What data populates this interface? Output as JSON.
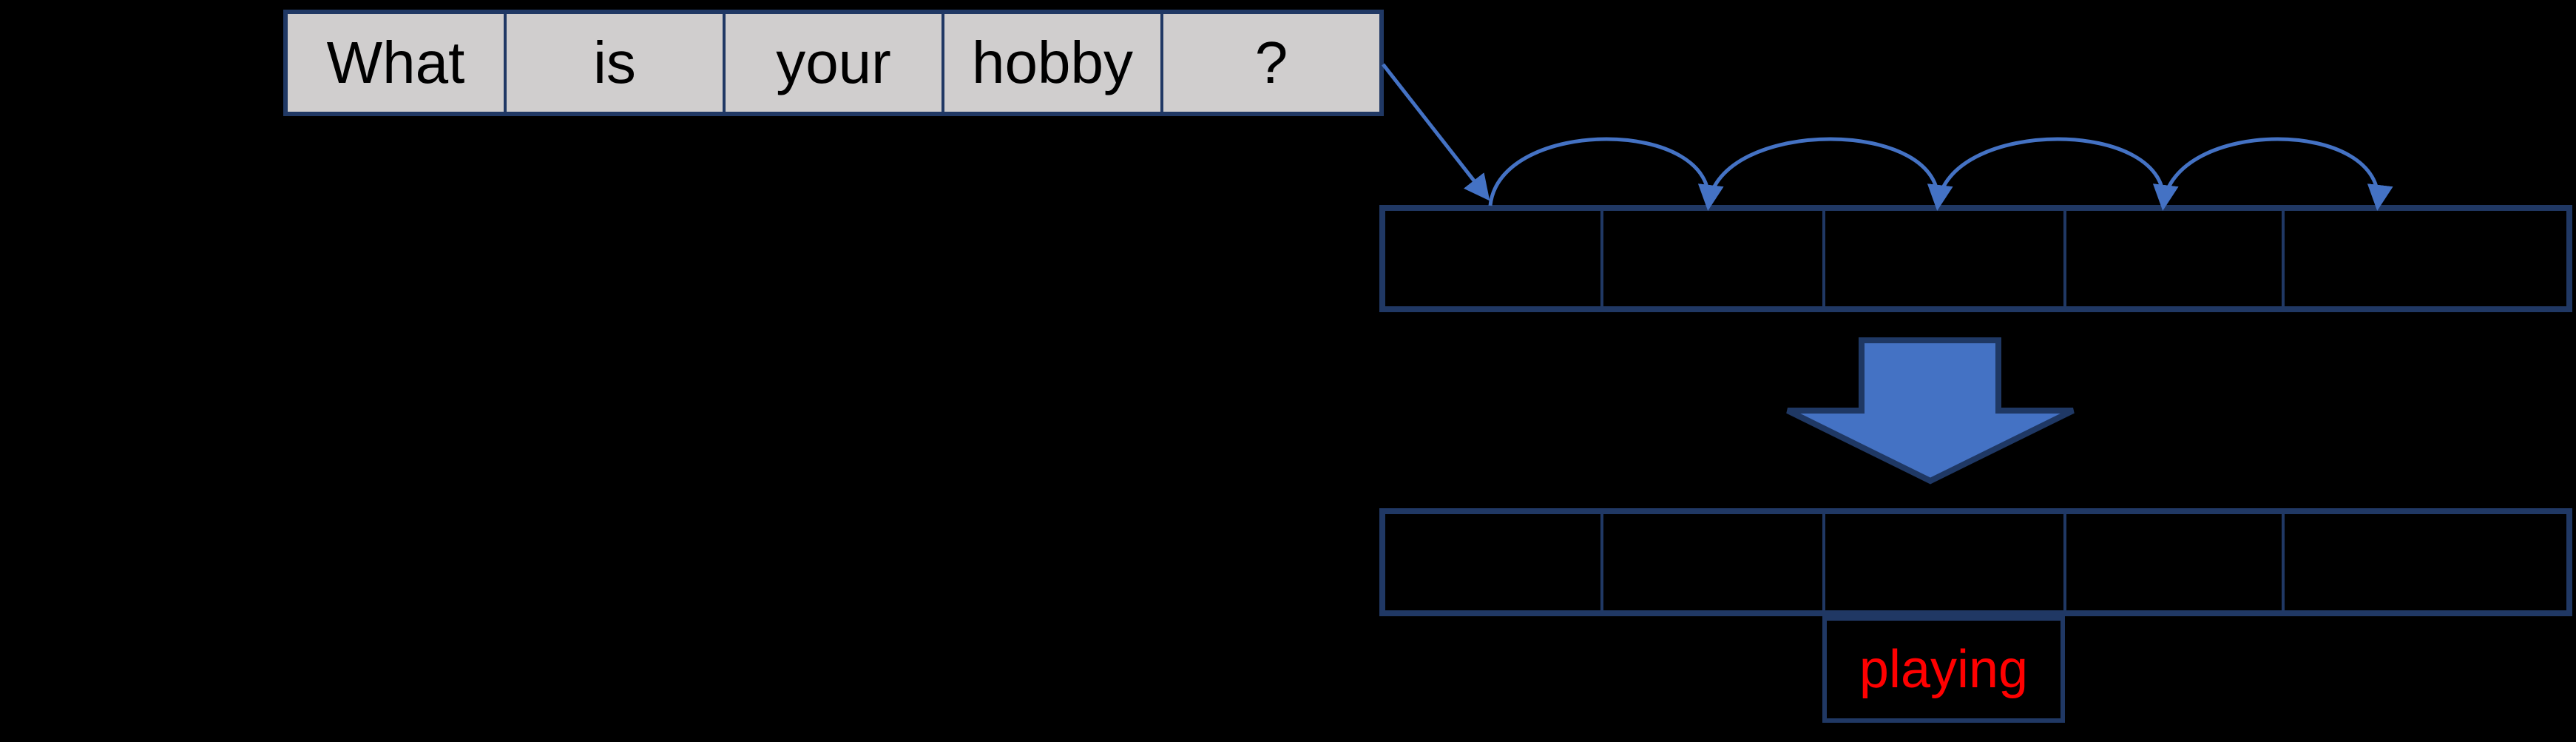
{
  "sentence": {
    "tokens": [
      "What",
      "is",
      "your",
      "hobby",
      "?"
    ]
  },
  "sequence_row": {
    "cell_count": 5,
    "cells_empty": true
  },
  "output_row": {
    "cell_count": 5,
    "cells_empty": true
  },
  "prediction": {
    "label": "playing"
  },
  "icons": {
    "input_arrow": "diagonal-arrow-icon",
    "hop_arcs": "arc-hop-arrow-icon",
    "transform_arrow": "block-down-arrow-icon"
  },
  "colors": {
    "background": "#000000",
    "token_box_fill": "#d0cece",
    "border_navy": "#203864",
    "arrow_blue": "#4472c4",
    "arrow_outline": "#1f3864",
    "token_text": "#000000",
    "prediction_text": "#ff0000"
  }
}
